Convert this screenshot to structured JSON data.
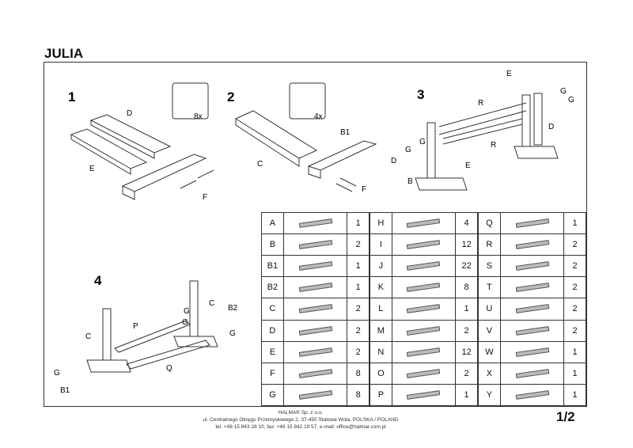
{
  "title": "JULIA",
  "steps": [
    {
      "number": "1",
      "labels": [
        "D",
        "E",
        "F",
        "8x"
      ]
    },
    {
      "number": "2",
      "labels": [
        "C",
        "B1",
        "F",
        "4x"
      ]
    },
    {
      "number": "3",
      "labels": [
        "E",
        "G",
        "G",
        "R",
        "R",
        "G",
        "G",
        "D",
        "D",
        "E",
        "B"
      ]
    },
    {
      "number": "4",
      "labels": [
        "C",
        "P",
        "G",
        "C",
        "B2",
        "G",
        "G",
        "Q",
        "G",
        "B1"
      ]
    }
  ],
  "parts": [
    [
      {
        "id": "A",
        "qty": "1"
      },
      {
        "id": "H",
        "qty": "4"
      },
      {
        "id": "Q",
        "qty": "1"
      }
    ],
    [
      {
        "id": "B",
        "qty": "2"
      },
      {
        "id": "I",
        "qty": "12"
      },
      {
        "id": "R",
        "qty": "2"
      }
    ],
    [
      {
        "id": "B1",
        "qty": "1"
      },
      {
        "id": "J",
        "qty": "22"
      },
      {
        "id": "S",
        "qty": "2"
      }
    ],
    [
      {
        "id": "B2",
        "qty": "1"
      },
      {
        "id": "K",
        "qty": "8"
      },
      {
        "id": "T",
        "qty": "2"
      }
    ],
    [
      {
        "id": "C",
        "qty": "2"
      },
      {
        "id": "L",
        "qty": "1"
      },
      {
        "id": "U",
        "qty": "2"
      }
    ],
    [
      {
        "id": "D",
        "qty": "2"
      },
      {
        "id": "M",
        "qty": "2"
      },
      {
        "id": "V",
        "qty": "2"
      }
    ],
    [
      {
        "id": "E",
        "qty": "2"
      },
      {
        "id": "N",
        "qty": "12"
      },
      {
        "id": "W",
        "qty": "1"
      }
    ],
    [
      {
        "id": "F",
        "qty": "8"
      },
      {
        "id": "O",
        "qty": "2"
      },
      {
        "id": "X",
        "qty": "1"
      }
    ],
    [
      {
        "id": "G",
        "qty": "8"
      },
      {
        "id": "P",
        "qty": "1"
      },
      {
        "id": "Y",
        "qty": "1"
      }
    ]
  ],
  "footer": {
    "company": "HALMAR Sp. z o.o.",
    "address": "ul. Centralnego Okręgu Przemysłowego 2, 37-450 Stalowa Wola, POLSKA / POLAND",
    "contact": "tel. +48 15 843 28 10, fax: +48 15 842 19 57, e-mail: office@halmar.com.pl"
  },
  "page": "1/2"
}
